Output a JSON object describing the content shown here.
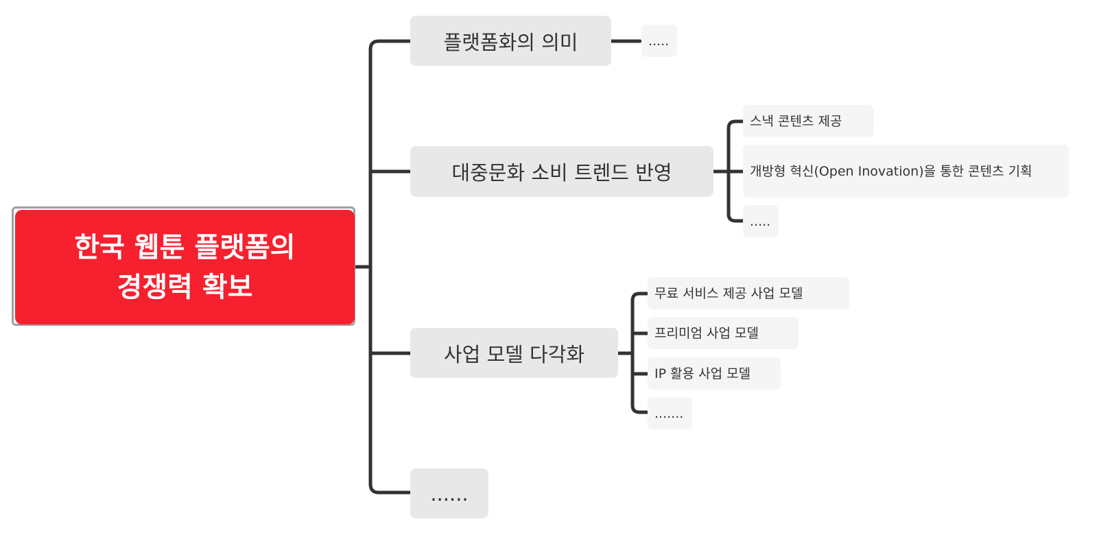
{
  "root": {
    "line1": "한국 웹툰 플랫폼의",
    "line2": "경쟁력 확보"
  },
  "topics": [
    {
      "label": "플랫폼화의 의미",
      "subs": [
        "....."
      ]
    },
    {
      "label": "대중문화 소비 트렌드 반영",
      "subs": [
        "스낵 콘텐츠 제공",
        "개방형 혁신(Open Inovation)을 통한 콘텐츠 기획",
        "....."
      ]
    },
    {
      "label": "사업 모델 다각화",
      "subs": [
        "무료 서비스 제공 사업 모델",
        "프리미엄 사업 모델",
        "IP 활용 사업 모델",
        "......."
      ]
    },
    {
      "label": "......",
      "subs": []
    }
  ],
  "colors": {
    "root": "#f7202f",
    "line": "#333333",
    "topic": "#e8e8e8",
    "sub": "#f5f5f5"
  }
}
